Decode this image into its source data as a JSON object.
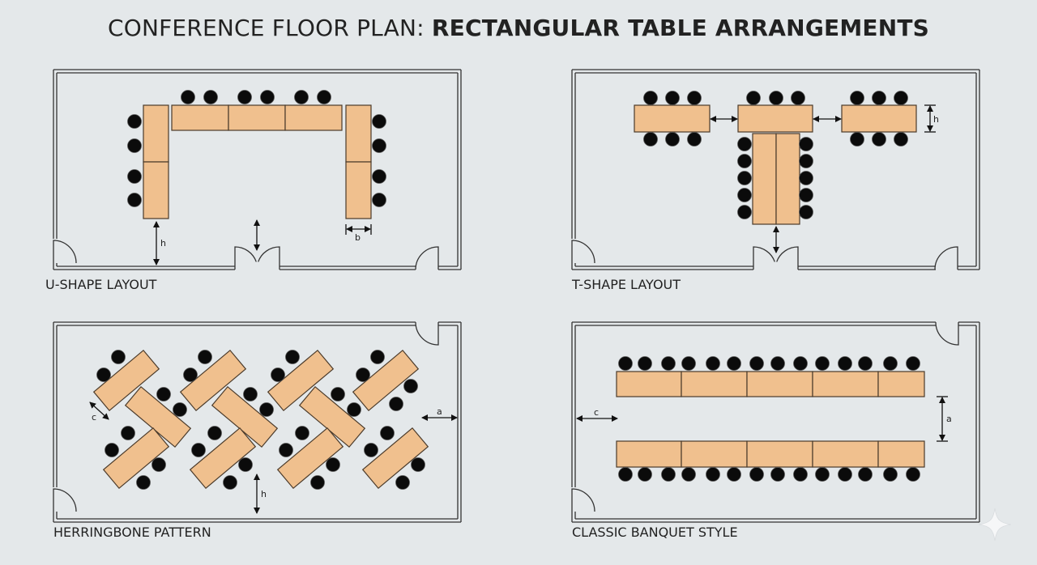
{
  "title": {
    "prefix": "CONFERENCE FLOOR PLAN: ",
    "emphasis": "RECTANGULAR TABLE ARRANGEMENTS"
  },
  "layouts": [
    {
      "label": "U-SHAPE LAYOUT",
      "dims": {
        "h": "h",
        "b": "b"
      }
    },
    {
      "label": "T-SHAPE LAYOUT",
      "dims": {
        "h": "h"
      }
    },
    {
      "label": "HERRINGBONE PATTERN",
      "dims": {
        "c": "c",
        "a": "a",
        "h": "h"
      }
    },
    {
      "label": "CLASSIC BANQUET STYLE",
      "dims": {
        "c": "c",
        "a": "a"
      }
    }
  ],
  "colors": {
    "table": "#f0c08e",
    "chair": "#0b0b0b",
    "background": "#e4e8ea"
  }
}
